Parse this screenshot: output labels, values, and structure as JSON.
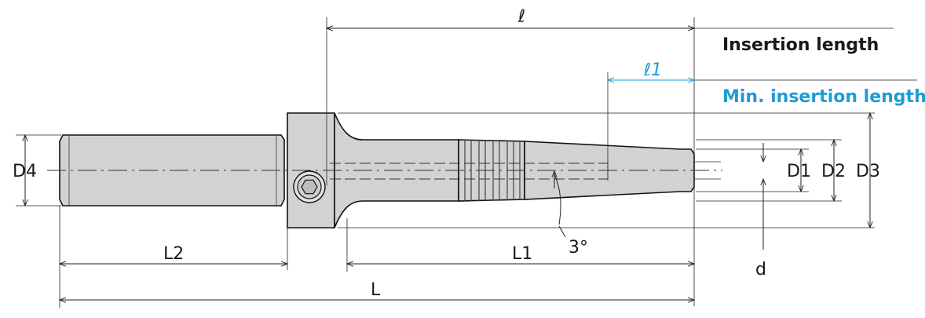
{
  "labels": {
    "ell": "ℓ",
    "ell1": "ℓ1",
    "insertion_length": "Insertion length",
    "min_insertion_length": "Min. insertion length",
    "D1": "D1",
    "D2": "D2",
    "D3": "D3",
    "D4": "D4",
    "L": "L",
    "L1": "L1",
    "L2": "L2",
    "d": "d",
    "angle": "3°"
  },
  "colors": {
    "outline": "#111111",
    "fill": "#d2d2d2",
    "dimension": "#222222",
    "accent_blue": "#1e9bd7"
  }
}
